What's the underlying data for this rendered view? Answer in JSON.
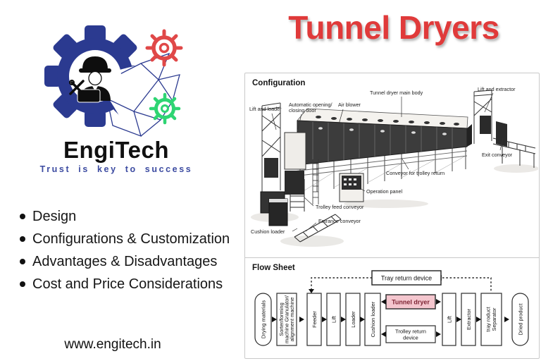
{
  "title": "Tunnel Dryers",
  "brand": {
    "name": "EngiTech",
    "tagline": "Trust is key to success",
    "website": "www.engitech.in"
  },
  "bullets": [
    "Design",
    "Configurations & Customization",
    "Advantages & Disadvantages",
    "Cost and Price Considerations"
  ],
  "colors": {
    "title_red": "#e03a3a",
    "logo_blue": "#2b3a90",
    "tagline_blue": "#3c4ba1",
    "gear_red": "#e04848",
    "gear_green": "#2ed573",
    "tunnel_dryer_pink": "#f4c6ce",
    "panel_border": "#c9c9c9"
  },
  "configuration": {
    "heading": "Configuration",
    "labels": {
      "lift_and_loader": "Lift and loader",
      "auto_door_line1": "Automatic opening/",
      "auto_door_line2": "closing door",
      "air_blower": "Air blower",
      "main_body": "Tunnel dryer main body",
      "lift_and_extractor": "Lift and extractor",
      "exit_conveyor": "Exit conveyor",
      "conveyor_trolley_return": "Conveyor for trolley return",
      "operation_panel": "Operation panel",
      "trolley_feed_conveyor": "Trolley feed conveyor",
      "entrance_conveyor": "Entrance conveyor",
      "cushion_loader": "Cushion loader"
    }
  },
  "flow_sheet": {
    "heading": "Flow Sheet",
    "tray_return_device": "Tray return device",
    "nodes": {
      "drying_materials": "Drying materials",
      "sorter_line1": "Sorter/forming",
      "sorter_line2": "machine Granulator/",
      "sorter_line3": "alignment machine",
      "feeder": "Feeder",
      "lift_in": "Lift",
      "loader": "Loader",
      "cushion_loader": "Cushion loader",
      "tunnel_dryer": "Tunnel dryer",
      "trolley_return_line1": "Trolley return",
      "trolley_return_line2": "device",
      "lift_out": "Lift",
      "extractor": "Extractor",
      "separator_line1": "tray roduct",
      "separator_line2": "Separator",
      "dried_product": "Dried product"
    }
  }
}
